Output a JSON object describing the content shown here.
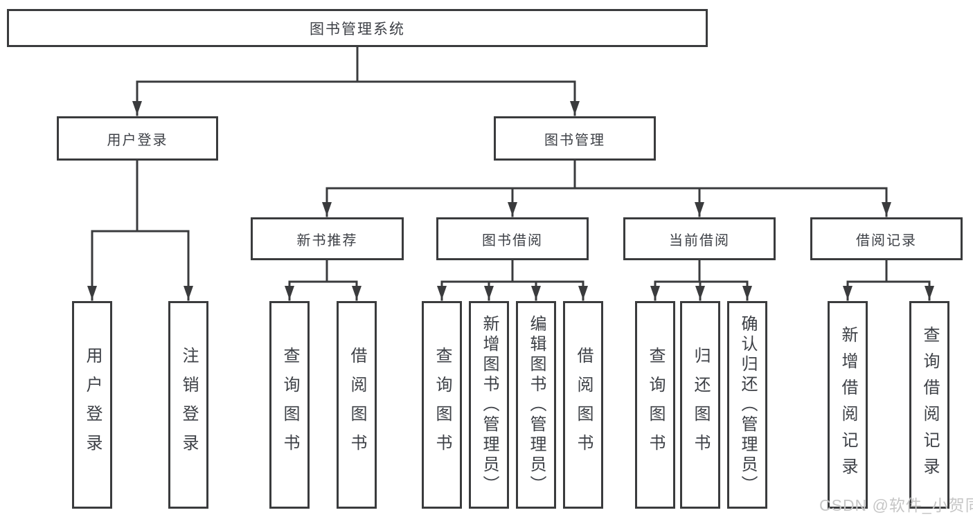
{
  "colors": {
    "line": "#3a3b3d",
    "text": "#3d4046",
    "background": "#ffffff",
    "watermark": "#c6c6c6"
  },
  "watermark": {
    "text": "CSDN @软件_小贺同学"
  },
  "tree": {
    "root": {
      "label": "图书管理系统",
      "children": [
        {
          "label": "用户登录",
          "children": [
            {
              "label": "用户登录"
            },
            {
              "label": "注销登录"
            }
          ]
        },
        {
          "label": "图书管理",
          "children": [
            {
              "label": "新书推荐",
              "children": [
                {
                  "label": "查询图书"
                },
                {
                  "label": "借阅图书"
                }
              ]
            },
            {
              "label": "图书借阅",
              "children": [
                {
                  "label": "查询图书"
                },
                {
                  "label": "新增图书（管理员）"
                },
                {
                  "label": "编辑图书（管理员）"
                },
                {
                  "label": "借阅图书"
                }
              ]
            },
            {
              "label": "当前借阅",
              "children": [
                {
                  "label": "查询图书"
                },
                {
                  "label": "归还图书"
                },
                {
                  "label": "确认归还（管理员）"
                }
              ]
            },
            {
              "label": "借阅记录",
              "children": [
                {
                  "label": "新增借阅记录"
                },
                {
                  "label": "查询借阅记录"
                }
              ]
            }
          ]
        }
      ]
    }
  }
}
